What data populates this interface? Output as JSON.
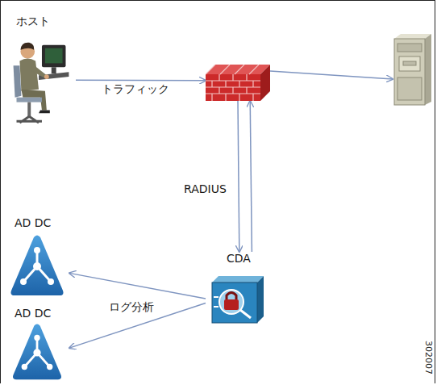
{
  "diagram": {
    "nodes": [
      {
        "text": [
          "ホスト"
        ]
      },
      {
        "text": []
      },
      {
        "text": []
      },
      {
        "text": [
          "CDA"
        ]
      },
      {
        "text": [
          "AD DC"
        ]
      },
      {
        "text": [
          "AD DC"
        ]
      }
    ],
    "edges": [
      {
        "from": 0,
        "to": 1,
        "label": "トラフィック",
        "arrow": "to"
      },
      {
        "from": 1,
        "to": 2,
        "arrow": "to"
      },
      {
        "from": 1,
        "to": 3,
        "label": "RADIUS",
        "arrow": "to"
      },
      {
        "from": 3,
        "to": 1,
        "arrow": "to"
      },
      {
        "from": 3,
        "to": 4,
        "label": "ログ分析",
        "arrow": "to"
      },
      {
        "from": 3,
        "to": 5,
        "arrow": "to"
      }
    ],
    "labels": [
      "302007"
    ]
  }
}
